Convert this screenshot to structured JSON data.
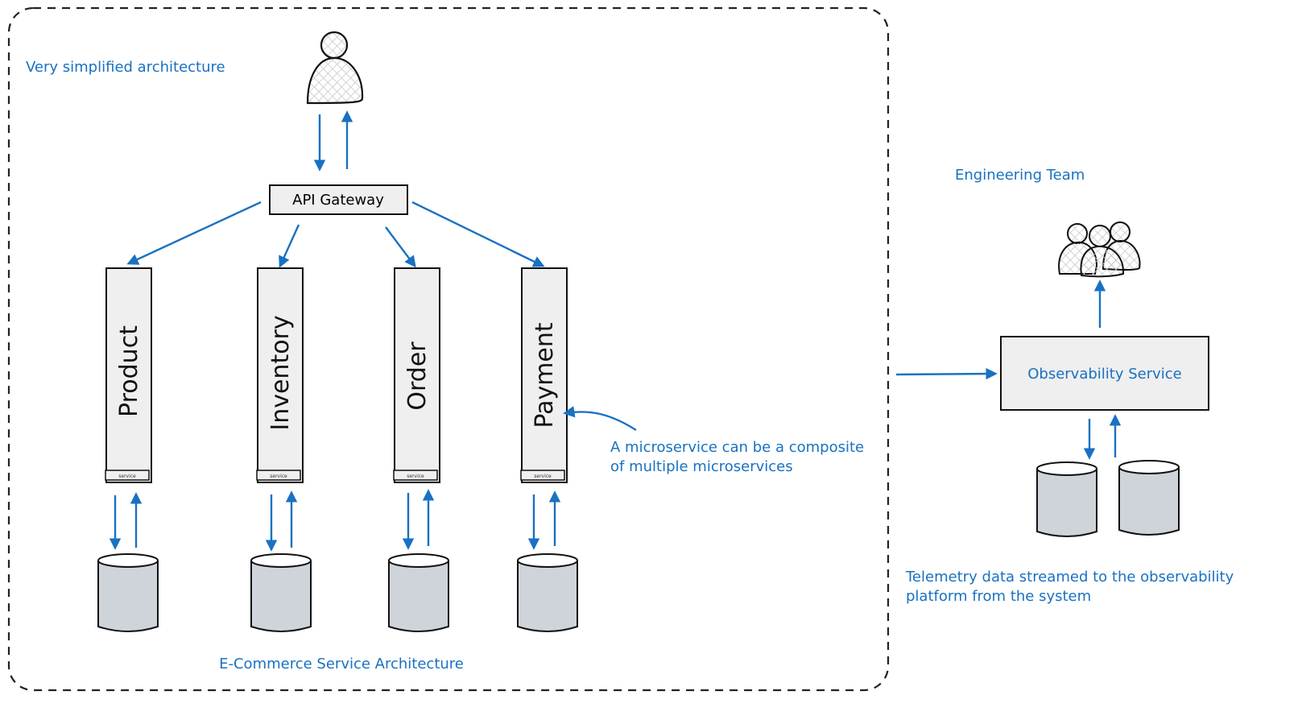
{
  "colors": {
    "accent_blue": "#1971c2",
    "box_fill": "#efefef",
    "db_fill": "#ced4da",
    "stroke": "#111111",
    "hatch": "#c8c8c8",
    "dash": "#222222"
  },
  "diagram": {
    "container_label": "E-Commerce Service Architecture",
    "top_note": "Very simplified architecture",
    "client_icon": "person-icon",
    "gateway": {
      "label": "API Gateway"
    },
    "services": [
      {
        "label": "Product",
        "tab": "service"
      },
      {
        "label": "Inventory",
        "tab": "service"
      },
      {
        "label": "Order",
        "tab": "service"
      },
      {
        "label": "Payment",
        "tab": "service"
      }
    ],
    "composite_note": [
      "A microservice can be a composite",
      "of multiple microservices"
    ],
    "observability": {
      "label": "Observability Service",
      "team_label": "Engineering Team",
      "team_icon": "group-icon",
      "telemetry_note": [
        "Telemetry data streamed to the observability",
        "platform from the system"
      ]
    }
  }
}
